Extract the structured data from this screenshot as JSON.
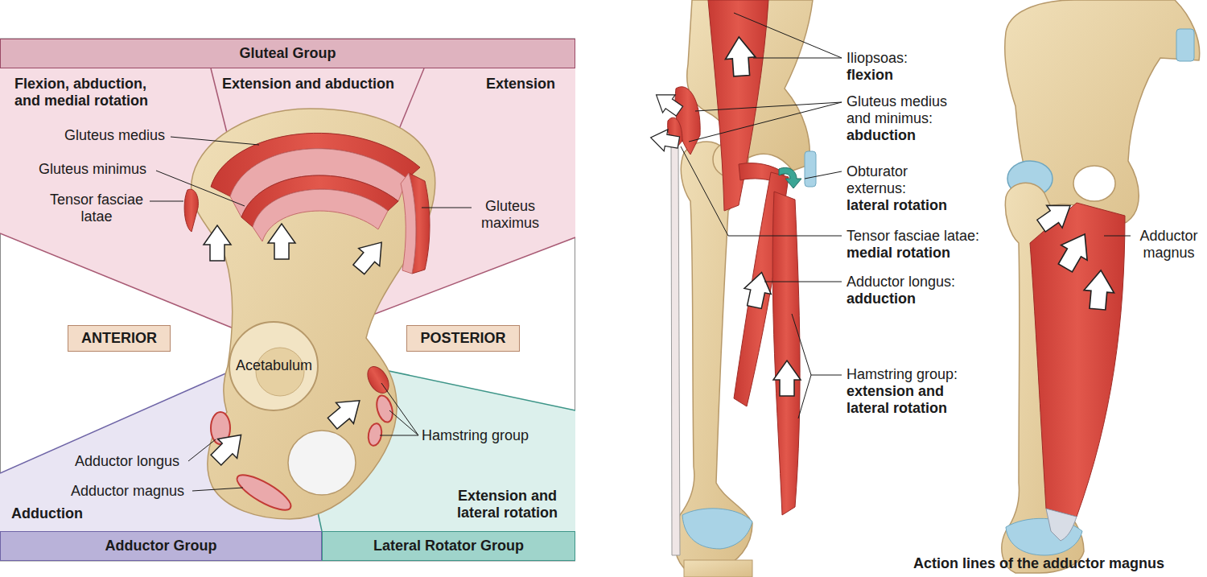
{
  "diagram": {
    "nodes": [
      {
        "text": [
          "Gluteal Group"
        ]
      },
      {
        "text": [
          "Adductor Group"
        ]
      },
      {
        "text": [
          "Lateral Rotator Group"
        ]
      },
      {
        "text": [
          "ANTERIOR"
        ]
      },
      {
        "text": [
          "POSTERIOR"
        ]
      }
    ],
    "labels": [
      "Flexion, abduction, and medial rotation",
      "Extension and abduction",
      "Extension",
      "Gluteus medius",
      "Gluteus minimus",
      "Tensor fasciae latae",
      "Gluteus maximus",
      "Acetabulum",
      "Adductor longus",
      "Adductor magnus",
      "Adduction",
      "Hamstring group",
      "Extension and lateral rotation",
      "Iliopsoas:",
      "flexion",
      "Gluteus medius and minimus:",
      "abduction",
      "Obturator externus:",
      "lateral rotation",
      "Tensor fasciae latae:",
      "medial rotation",
      "Adductor longus:",
      "adduction",
      "Hamstring group:",
      "extension and lateral rotation",
      "Adductor magnus",
      "Action lines of the adductor magnus"
    ]
  }
}
